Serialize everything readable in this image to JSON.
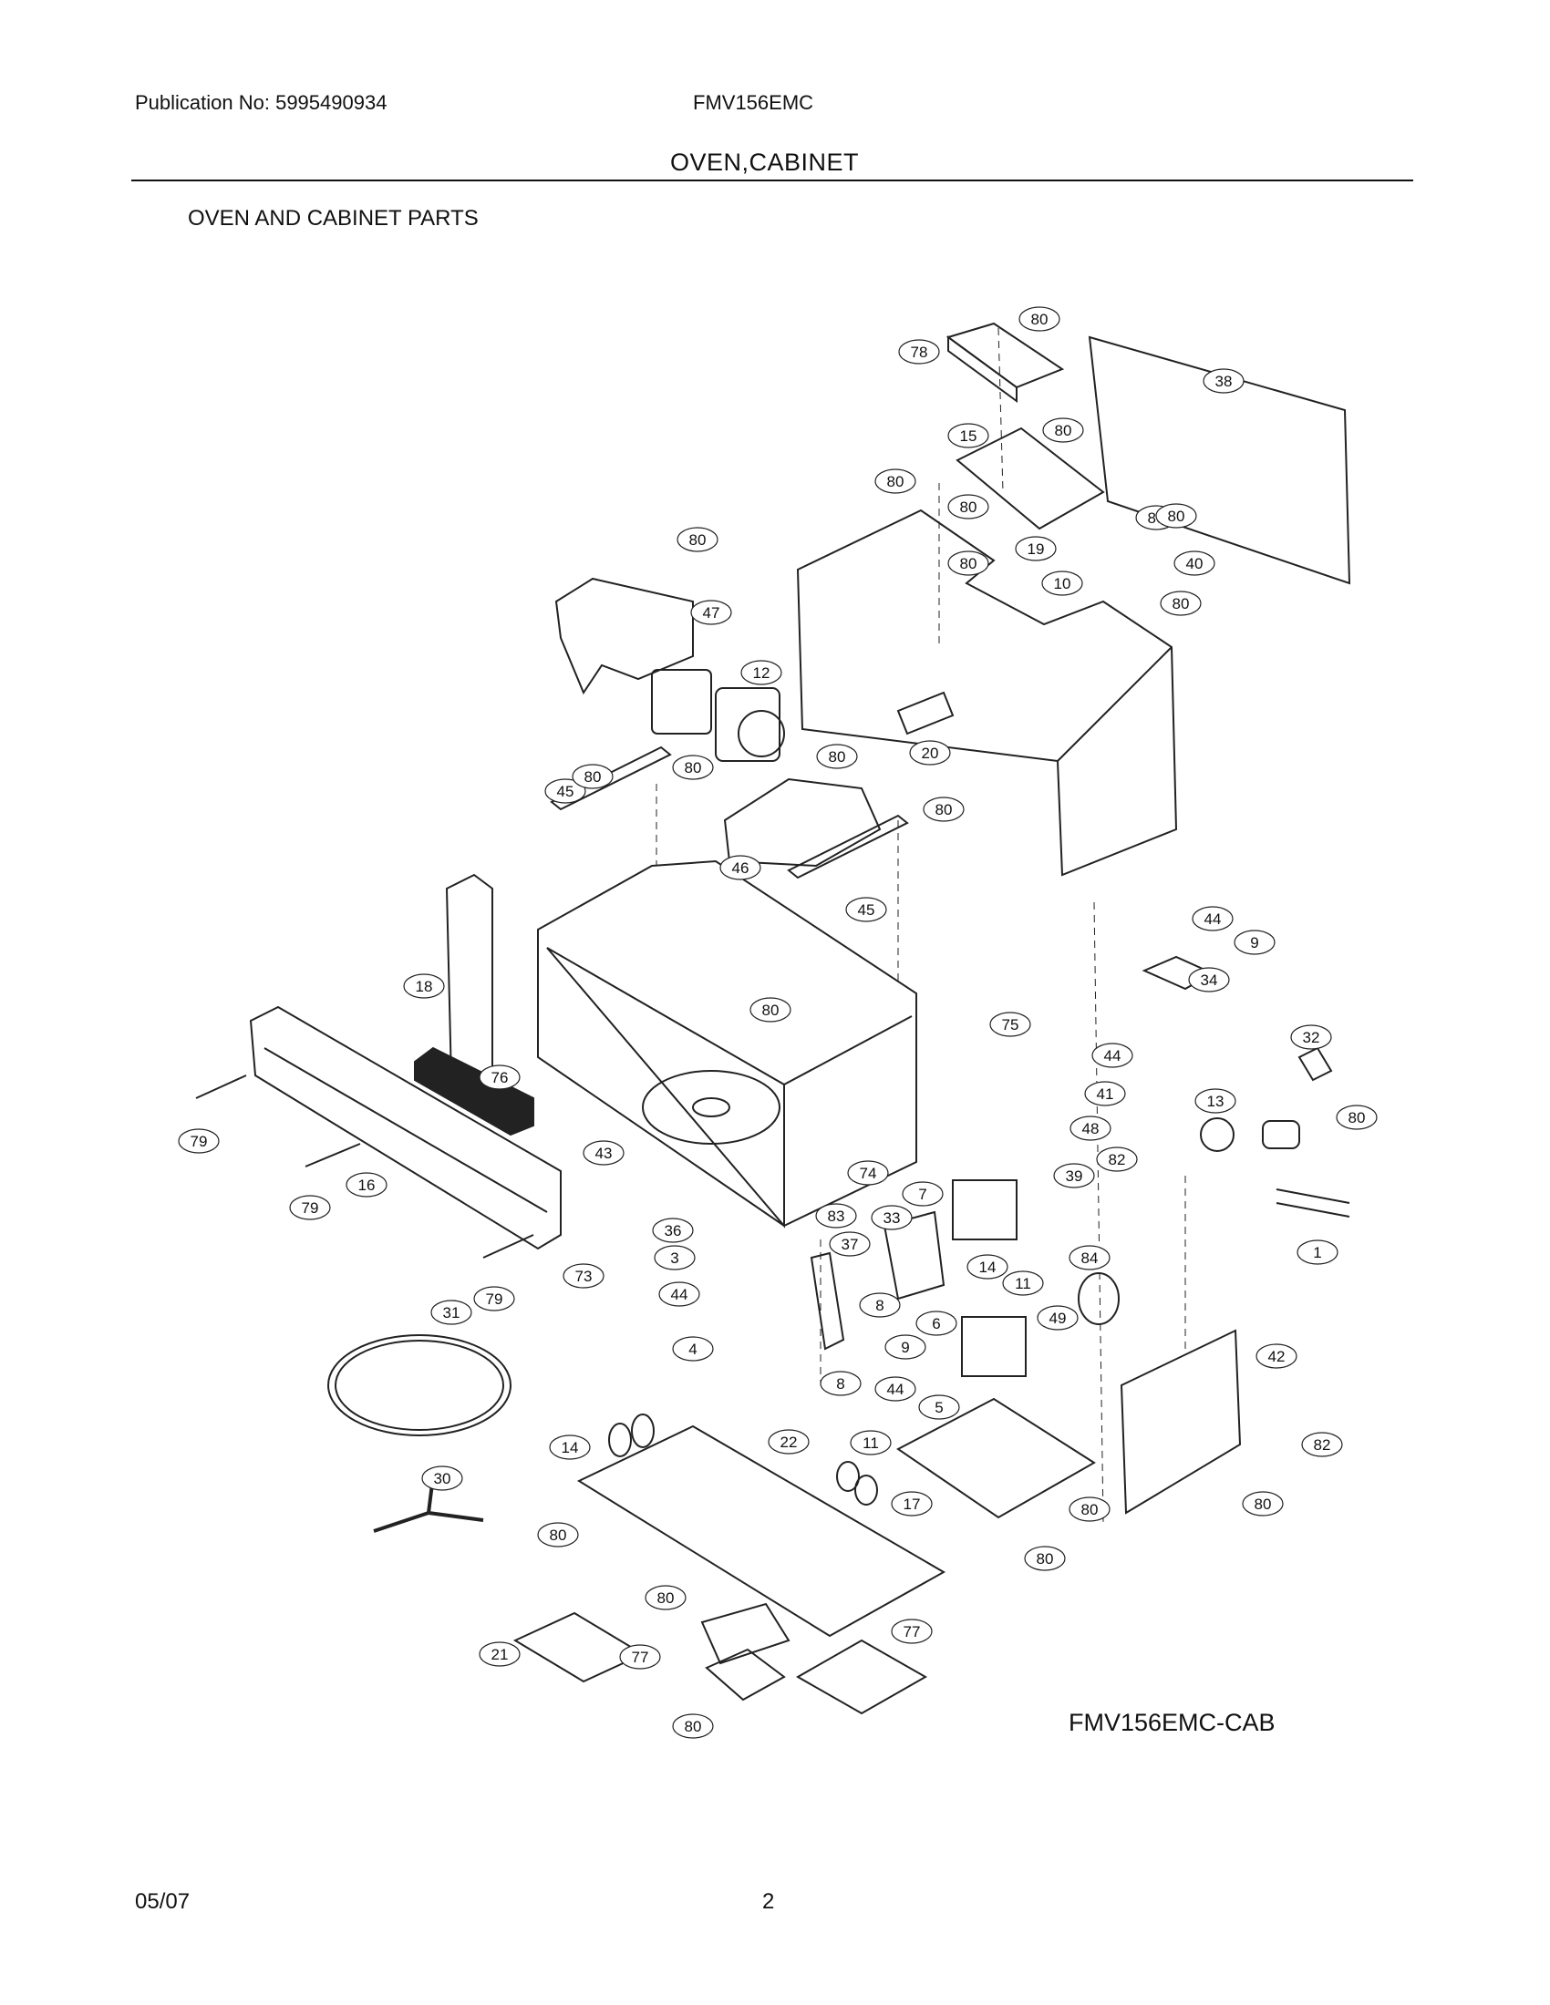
{
  "header": {
    "publication": "Publication No: 5995490934",
    "model": "FMV156EMC",
    "section": "OVEN,CABINET"
  },
  "subtitle": "OVEN AND CABINET  PARTS",
  "diagram_code": "FMV156EMC-CAB",
  "footer": {
    "date": "05/07",
    "page": "2"
  },
  "callouts": [
    "80",
    "78",
    "38",
    "15",
    "80",
    "80",
    "80",
    "80",
    "19",
    "80",
    "80",
    "40",
    "10",
    "80",
    "47",
    "80",
    "12",
    "80",
    "20",
    "80",
    "80",
    "45",
    "80",
    "46",
    "45",
    "44",
    "9",
    "34",
    "18",
    "80",
    "75",
    "32",
    "76",
    "44",
    "41",
    "13",
    "80",
    "79",
    "48",
    "82",
    "43",
    "74",
    "39",
    "16",
    "79",
    "7",
    "83",
    "33",
    "84",
    "36",
    "3",
    "37",
    "14",
    "11",
    "73",
    "79",
    "44",
    "31",
    "8",
    "6",
    "49",
    "4",
    "9",
    "42",
    "8",
    "44",
    "5",
    "14",
    "22",
    "11",
    "82",
    "30",
    "17",
    "80",
    "80",
    "80",
    "80",
    "80",
    "77",
    "21",
    "77",
    "80",
    "1"
  ]
}
